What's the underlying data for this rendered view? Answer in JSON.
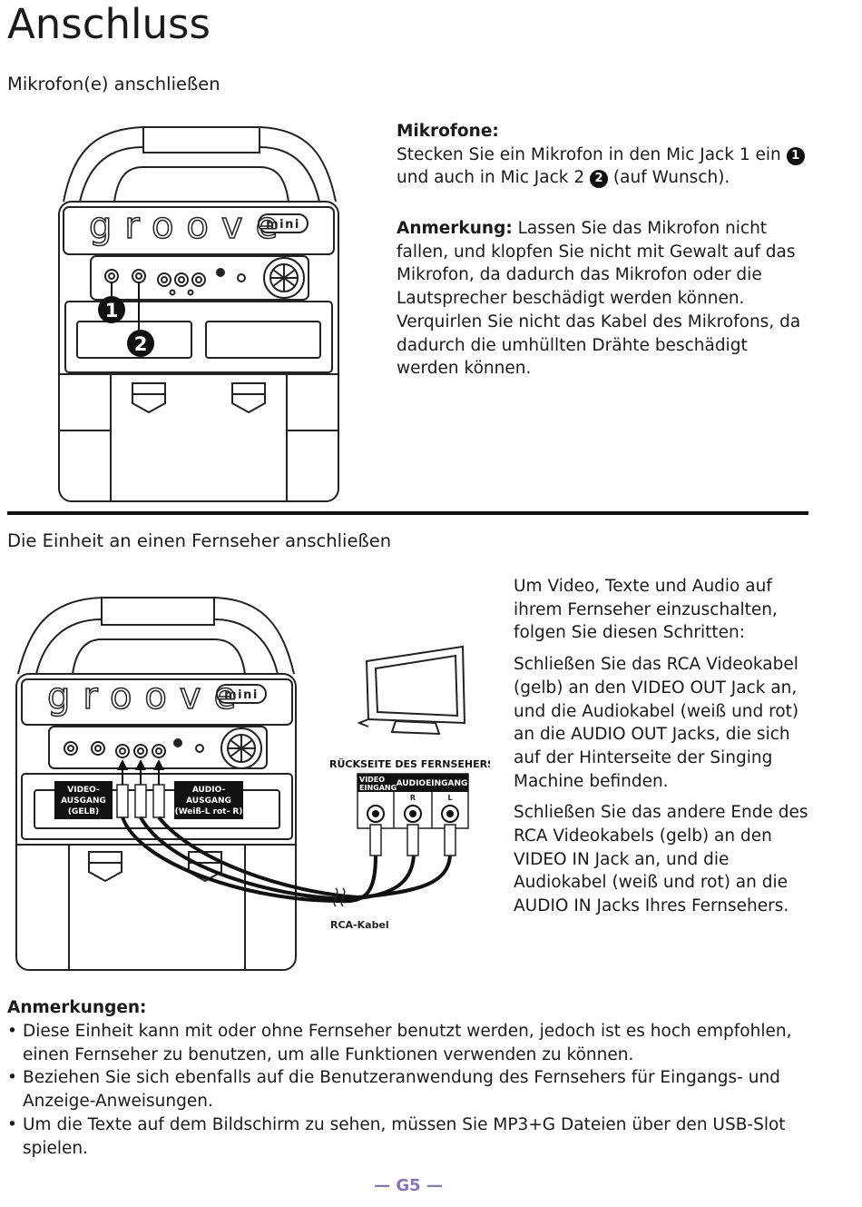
{
  "page": {
    "title": "Anschluss",
    "page_number": "— G5 —"
  },
  "section1": {
    "heading": "Mikrofon(e) anschließen",
    "brand": "groove",
    "brand_badge": "mini",
    "marker1": "1",
    "marker2": "2",
    "mics_label": "Mikrofone:",
    "mics_text_a": "Stecken Sie ein Mikrofon in den Mic Jack 1 ein",
    "mics_text_b": "und auch in Mic Jack 2",
    "mics_text_c": "(auf Wunsch).",
    "note_label": "Anmerkung:",
    "note_text": "Lassen Sie das Mikrofon nicht fallen, und klopfen Sie nicht mit Gewalt auf das Mikrofon, da dadurch das Mikrofon oder die Lautsprecher beschädigt werden können. Verquirlen Sie nicht das Kabel des Mikrofons, da dadurch die umhüllten Drähte beschädigt werden können."
  },
  "section2": {
    "heading": "Die Einheit an einen Fernseher anschließen",
    "brand": "groove",
    "brand_badge": "mini",
    "video_out_1": "VIDEO-",
    "video_out_2": "AUSGANG",
    "video_out_3": "(GELB)",
    "audio_out_1": "AUDIO-",
    "audio_out_2": "AUSGANG",
    "audio_out_3": "(Weiß-L rot- R)",
    "tv_back": "RÜCKSEITE DES FERNSEHERS",
    "video_in_1": "VIDEO",
    "video_in_2": "EINGANG",
    "audio_in": "AUDIOEINGANG",
    "r_label": "R",
    "l_label": "L",
    "cable": "RCA-Kabel",
    "para1": "Um Video, Texte und Audio auf ihrem Fernseher einzuschalten, folgen Sie diesen Schritten:",
    "para2": "Schließen Sie das RCA Videokabel (gelb) an den VIDEO OUT Jack an, und die Audiokabel (weiß und rot) an die AUDIO OUT Jacks, die sich auf der Hinterseite der Singing Machine befinden.",
    "para3": "Schließen Sie das andere Ende des RCA Videokabels (gelb) an den VIDEO IN Jack an, und die Audiokabel (weiß und rot) an die AUDIO IN Jacks Ihres Fernsehers."
  },
  "notes": {
    "heading": "Anmerkungen:",
    "items": [
      "Diese Einheit kann mit oder ohne Fernseher benutzt werden, jedoch ist es hoch empfohlen, einen Fernseher zu benutzen, um alle Funktionen verwenden zu können.",
      "Beziehen Sie sich ebenfalls auf die Benutzeranwendung des Fernsehers für Eingangs- und Anzeige-Anweisungen.",
      "Um die Texte auf dem Bildschirm zu sehen, müssen Sie MP3+G Dateien über den USB-Slot spielen."
    ]
  },
  "colors": {
    "text": "#1a1a1a",
    "footer": "#8877b8",
    "rule": "#111111"
  }
}
